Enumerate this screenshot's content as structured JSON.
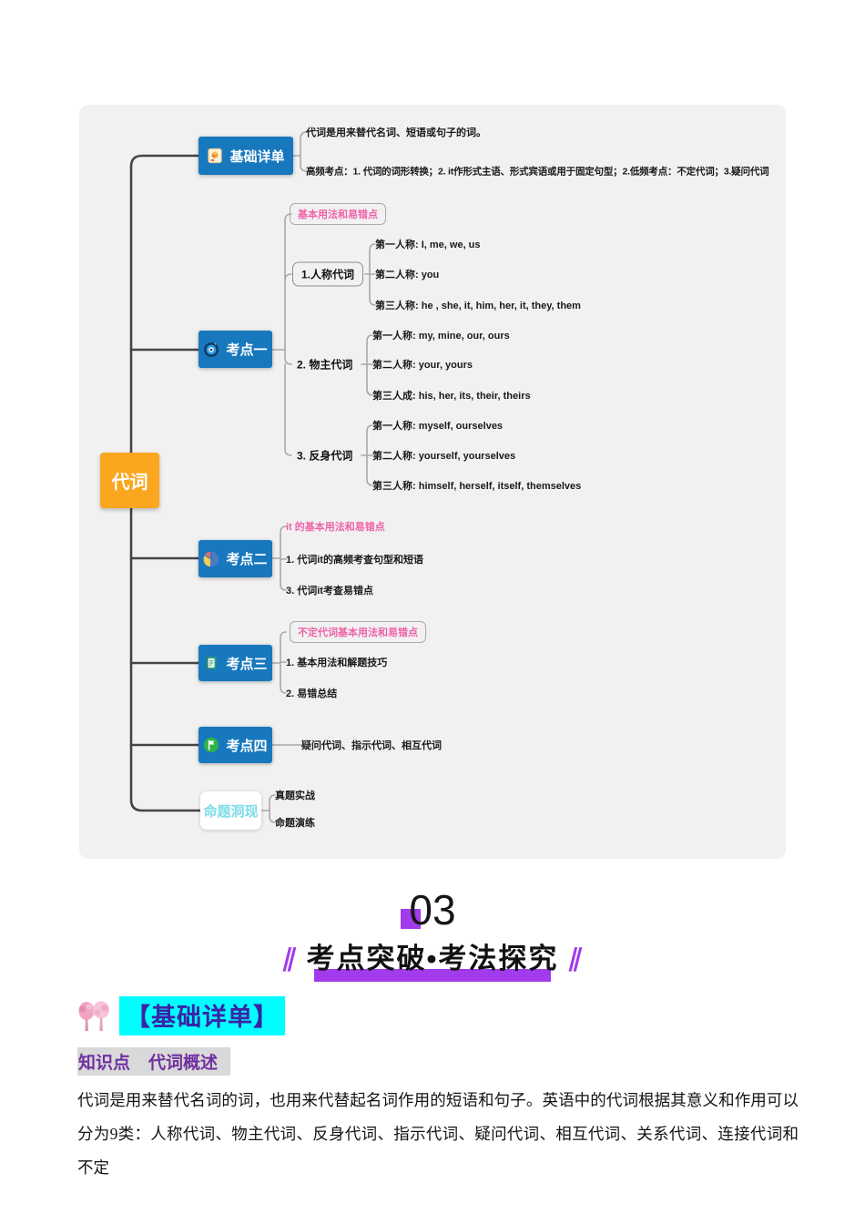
{
  "mindmap": {
    "root_label": "代词",
    "basic": {
      "label": "基础详单",
      "desc": "代词是用来替代名词、短语或句子的词。",
      "highfreq": "高频考点：1. 代词的词形转换；2. it作形式主语、形式宾语或用于固定句型；2.低频考点：不定代词；3.疑问代词"
    },
    "k1": {
      "label": "考点一",
      "header": "基本用法和易错点",
      "g1": {
        "label": "1.人称代词",
        "r1": "第一人称: I, me, we, us",
        "r2": "第二人称: you",
        "r3": "第三人称: he , she, it, him, her, it, they, them"
      },
      "g2": {
        "label": "2. 物主代词",
        "r1": "第一人称: my, mine, our, ours",
        "r2": "第二人称: your, yours",
        "r3": "第三人成: his, her, its, their, theirs"
      },
      "g3": {
        "label": "3. 反身代词",
        "r1": "第一人称: myself, ourselves",
        "r2": "第二人称: yourself, yourselves",
        "r3": "第三人称: himself, herself, itself, themselves"
      }
    },
    "k2": {
      "label": "考点二",
      "header": "it 的基本用法和易错点",
      "i1": "1. 代词it的高频考查句型和短语",
      "i2": "3. 代词it考查易错点"
    },
    "k3": {
      "label": "考点三",
      "header": "不定代词基本用法和易错点",
      "i1": "1. 基本用法和解题技巧",
      "i2": "2. 易错总结"
    },
    "k4": {
      "label": "考点四",
      "i1": "疑问代词、指示代词、相互代词"
    },
    "mt": {
      "label": "命题洞现",
      "i1": "真题实战",
      "i2": "命题演练"
    }
  },
  "section": {
    "number": "03",
    "title": "考点突破•考法探究",
    "left_mark": "∥",
    "right_mark": "∥"
  },
  "basics": {
    "header": "【基础详单】",
    "knowledge_label": "知识点",
    "knowledge_title": "代词概述",
    "paragraph": "代词是用来替代名词的词，也用来代替起名词作用的短语和句子。英语中的代词根据其意义和作用可以分为9类：人称代词、物主代词、反身代词、指示代词、疑问代词、相互代词、关系代词、连接代词和不定"
  },
  "colors": {
    "node_blue": "#1878be",
    "root_orange": "#faa61e",
    "pink_text": "#ef62a8",
    "mt_cyan": "#7edce8",
    "accent_purple": "#a13beb",
    "basics_header_bg": "#00fefe",
    "basics_header_text": "#3a23a8",
    "knowledge_purple": "#7030a0",
    "panel_gray": "#f1f1f1"
  }
}
